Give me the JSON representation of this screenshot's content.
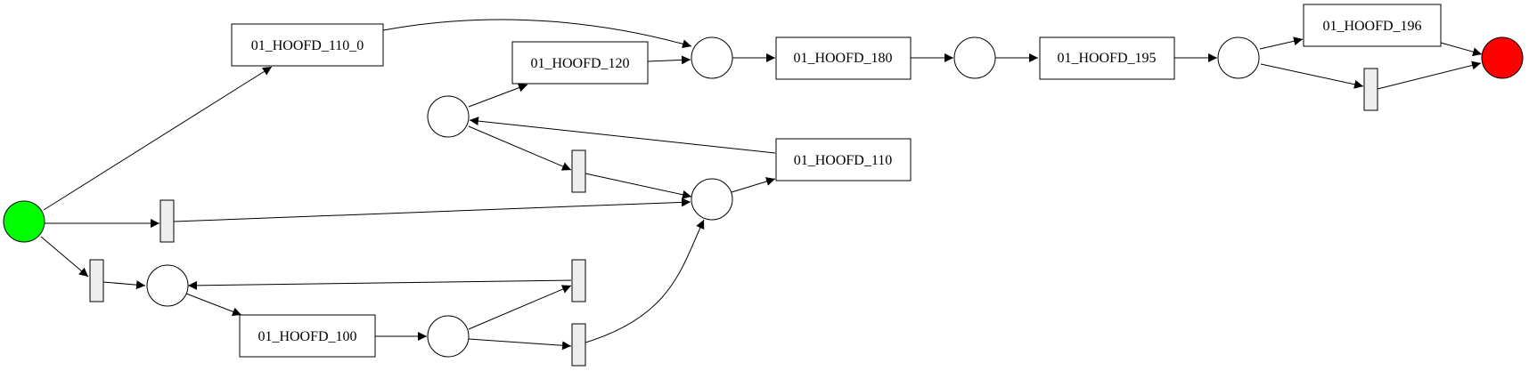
{
  "colors": {
    "background": "#ffffff",
    "stroke": "#000000",
    "source_place": "#00ff00",
    "sink_place": "#ff0000",
    "silent_transition": "#eeeeee"
  },
  "diagram": {
    "places": [
      {
        "id": "source",
        "kind": "source"
      },
      {
        "id": "p_mid_upper"
      },
      {
        "id": "p_top_join"
      },
      {
        "id": "p_after_180"
      },
      {
        "id": "p_after_195"
      },
      {
        "id": "p_mid_join"
      },
      {
        "id": "p_loop"
      },
      {
        "id": "p_after_100"
      },
      {
        "id": "sink",
        "kind": "sink"
      }
    ],
    "transitions": [
      {
        "id": "t_110_0",
        "label": "01_HOOFD_110_0"
      },
      {
        "id": "t_120",
        "label": "01_HOOFD_120"
      },
      {
        "id": "t_180",
        "label": "01_HOOFD_180"
      },
      {
        "id": "t_195",
        "label": "01_HOOFD_195"
      },
      {
        "id": "t_196",
        "label": "01_HOOFD_196"
      },
      {
        "id": "t_110",
        "label": "01_HOOFD_110"
      },
      {
        "id": "t_100",
        "label": "01_HOOFD_100"
      },
      {
        "id": "tau_1",
        "silent": true
      },
      {
        "id": "tau_2",
        "silent": true
      },
      {
        "id": "tau_3",
        "silent": true
      },
      {
        "id": "tau_4",
        "silent": true
      },
      {
        "id": "tau_5",
        "silent": true
      },
      {
        "id": "tau_6",
        "silent": true
      }
    ],
    "arcs": [
      {
        "from": "source",
        "to": "t_110_0"
      },
      {
        "from": "source",
        "to": "tau_1"
      },
      {
        "from": "source",
        "to": "tau_2"
      },
      {
        "from": "t_110_0",
        "to": "p_top_join"
      },
      {
        "from": "p_mid_upper",
        "to": "t_120"
      },
      {
        "from": "t_120",
        "to": "p_top_join"
      },
      {
        "from": "p_top_join",
        "to": "t_180"
      },
      {
        "from": "t_180",
        "to": "p_after_180"
      },
      {
        "from": "p_after_180",
        "to": "t_195"
      },
      {
        "from": "t_195",
        "to": "p_after_195"
      },
      {
        "from": "p_after_195",
        "to": "t_196"
      },
      {
        "from": "p_after_195",
        "to": "tau_3"
      },
      {
        "from": "t_196",
        "to": "sink"
      },
      {
        "from": "tau_3",
        "to": "sink"
      },
      {
        "from": "p_mid_upper",
        "to": "tau_4"
      },
      {
        "from": "tau_4",
        "to": "p_mid_join"
      },
      {
        "from": "t_110",
        "to": "p_mid_upper"
      },
      {
        "from": "p_mid_join",
        "to": "t_110"
      },
      {
        "from": "tau_1",
        "to": "p_mid_join"
      },
      {
        "from": "tau_2",
        "to": "p_loop"
      },
      {
        "from": "p_loop",
        "to": "t_100"
      },
      {
        "from": "t_100",
        "to": "p_after_100"
      },
      {
        "from": "p_after_100",
        "to": "tau_5"
      },
      {
        "from": "p_after_100",
        "to": "tau_6"
      },
      {
        "from": "tau_5",
        "to": "p_loop"
      },
      {
        "from": "tau_6",
        "to": "p_mid_join"
      }
    ]
  }
}
